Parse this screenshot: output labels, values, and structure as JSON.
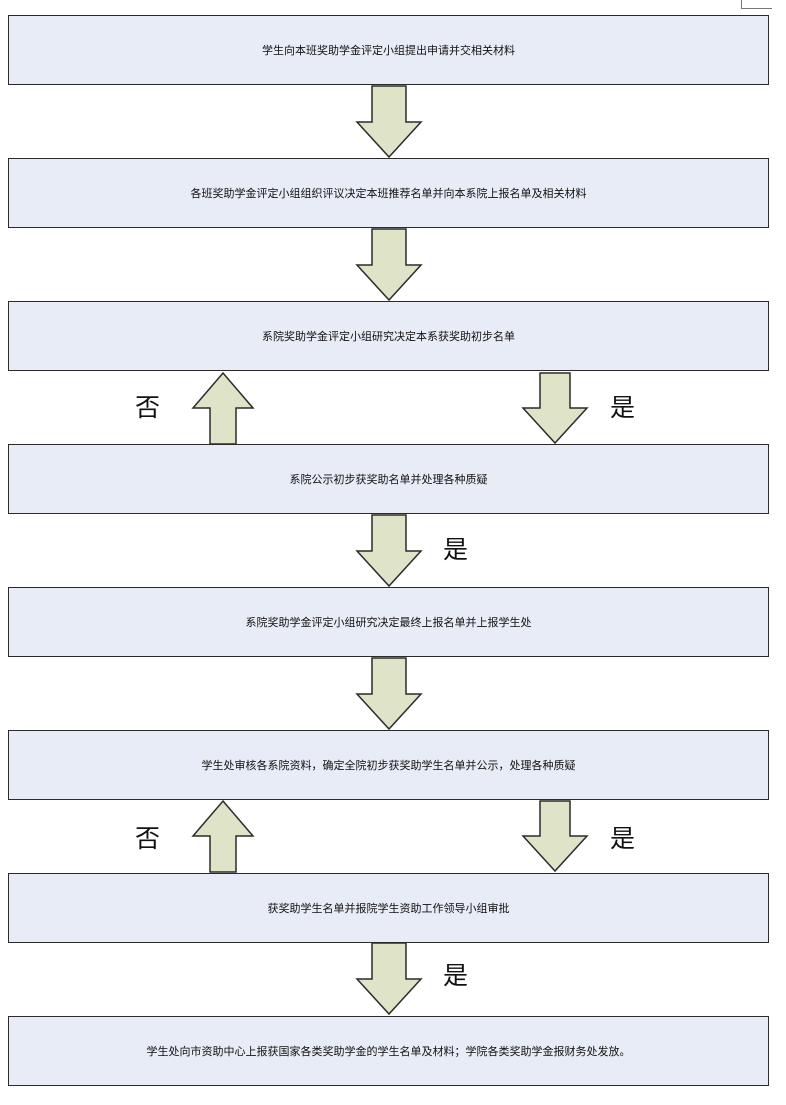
{
  "steps": [
    "学生向本班奖助学金评定小组提出申请并交相关材料",
    "各班奖助学金评定小组组织评议决定本班推荐名单并向本系院上报名单及相关材料",
    "系院奖助学金评定小组研究决定本系获奖助初步名单",
    "系院公示初步获奖助名单并处理各种质疑",
    "系院奖助学金评定小组研究决定最终上报名单并上报学生处",
    "学生处审核各系院资料，确定全院初步获奖助学生名单并公示，处理各种质疑",
    "获奖助学生名单并报院学生资助工作领导小组审批",
    "学生处向市资助中心上报获国家各类奖助学金的学生名单及材料；学院各类奖助学金报财务处发放。"
  ],
  "labels": {
    "no": "否",
    "yes": "是"
  },
  "colors": {
    "box_fill": "#e8ecf6",
    "arrow_fill": "#dfe4c8",
    "border": "#2b2b2b"
  }
}
